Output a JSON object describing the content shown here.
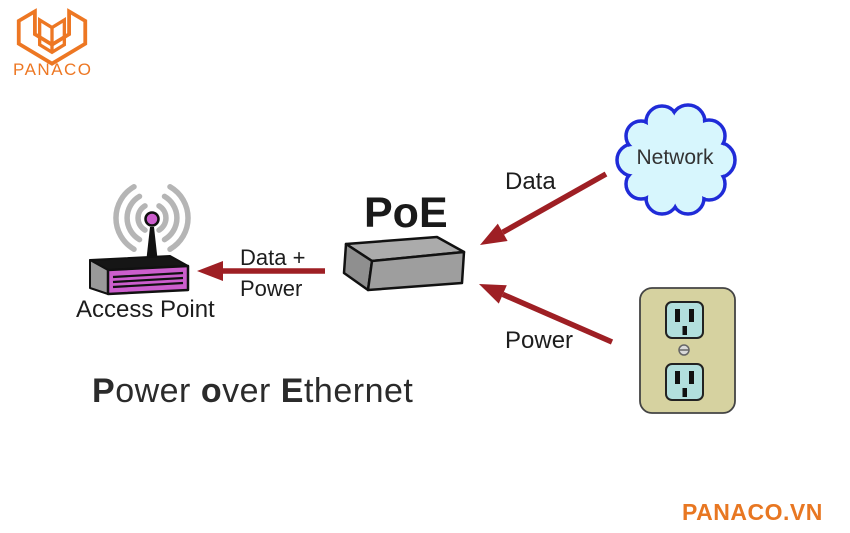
{
  "brand": {
    "logo_text": "PANACO",
    "website": "PANACO.VN",
    "orange": "#ED7723"
  },
  "labels": {
    "network": "Network",
    "poe": "PoE",
    "access_point": "Access Point",
    "data": "Data",
    "power": "Power",
    "data_power_line1": "Data +",
    "data_power_line2": "Power"
  },
  "title": {
    "full": "Power over Ethernet",
    "seg1_bold": "P",
    "seg2": "ower ",
    "seg3_bold": "o",
    "seg4": "ver ",
    "seg5_bold": "E",
    "seg6": "thernet"
  },
  "colors": {
    "arrow_red": "#9E1F24",
    "cloud_fill": "#D7F6FD",
    "cloud_stroke": "#1F2BD8",
    "box_top": "#ABABAB",
    "box_front": "#9E9E9E",
    "box_side": "#8F8F8F",
    "ap_front": "#CC5ECD",
    "ap_side": "#999999",
    "outlet_plate": "#D6D2A0",
    "socket_blue": "#B2DFDD",
    "wifi_arc_gray": "#B5B5B5"
  }
}
